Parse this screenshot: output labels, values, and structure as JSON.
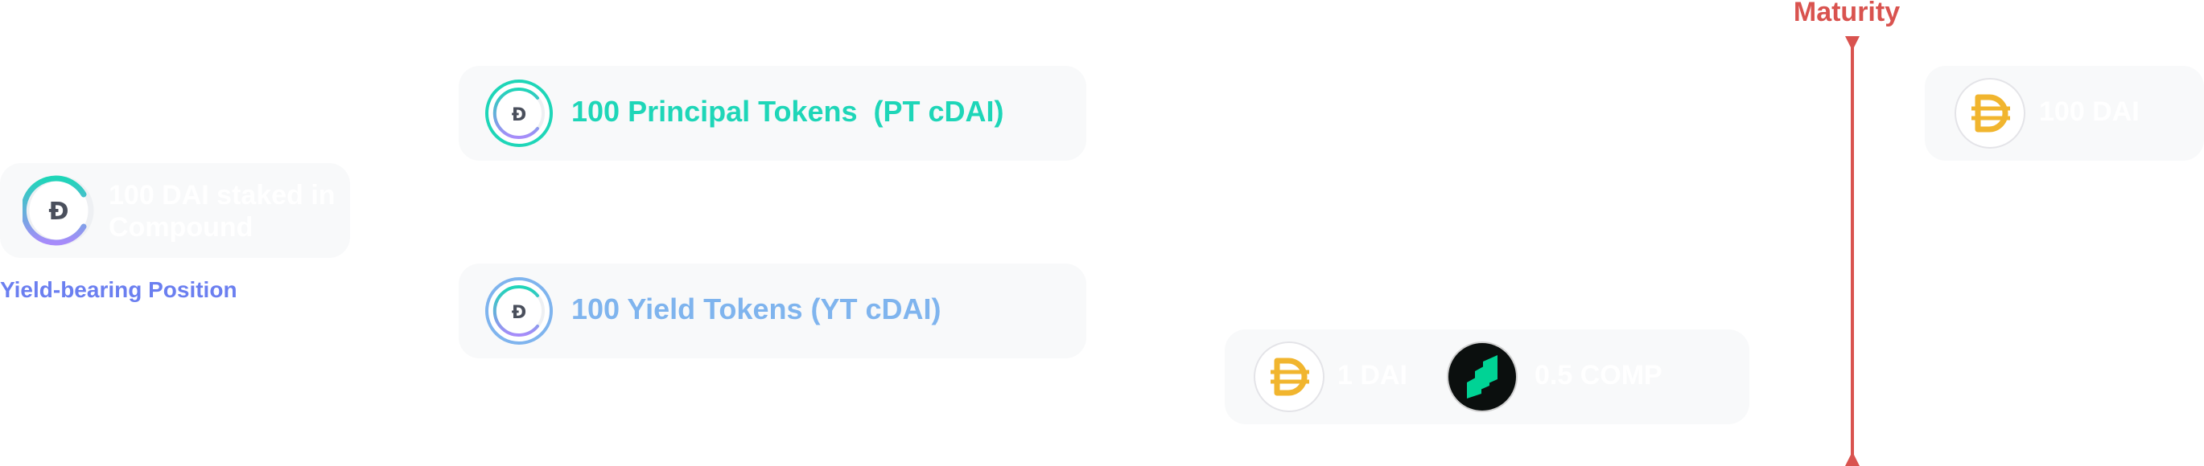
{
  "yield_position": {
    "card_text": "100 DAI staked in Compound",
    "caption": "Yield-bearing Position",
    "icon": "cdai-icon"
  },
  "principal_tokens": {
    "label": "100 Principal Tokens  (PT cDAI)",
    "icon": "pt-cdai-icon"
  },
  "yield_tokens": {
    "label": "100 Yield Tokens (YT cDAI)",
    "icon": "yt-cdai-icon"
  },
  "rewards": {
    "dai_label": "1 DAI",
    "comp_label": "0.5 COMP",
    "dai_icon": "dai-icon",
    "comp_icon": "comp-icon"
  },
  "maturity": {
    "title": "Maturity"
  },
  "redeemed": {
    "label": "100 DAI",
    "icon": "dai-icon"
  },
  "colors": {
    "maturity": "#d9534f",
    "pt": "#1ed6b8",
    "yt": "#7fb4ee",
    "yield_caption": "#6b7ff0",
    "dai": "#f1b52e",
    "comp": "#00d395",
    "card": "#f8f9fa"
  }
}
